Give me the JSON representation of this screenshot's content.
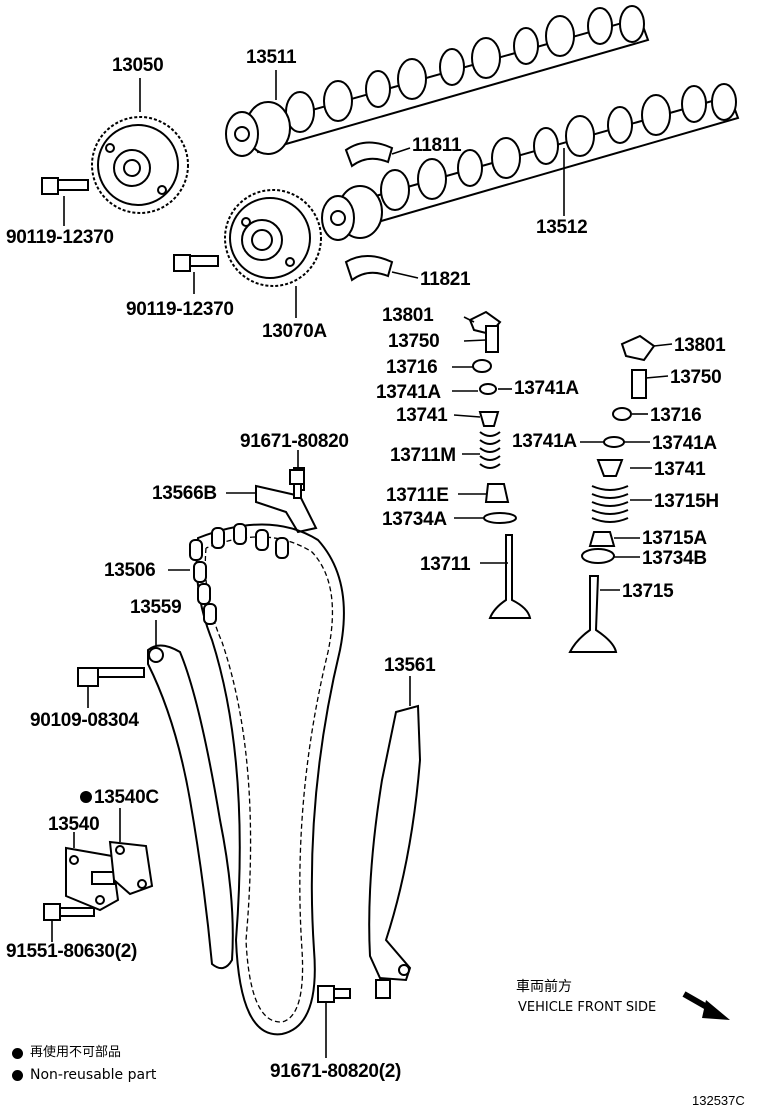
{
  "labels": {
    "p13050": "13050",
    "p13511": "13511",
    "p11811": "11811",
    "p90119a": "90119-12370",
    "p13512": "13512",
    "p90119b": "90119-12370",
    "p11821": "11821",
    "p13070a": "13070A",
    "p13801a": "13801",
    "p13750a": "13750",
    "p13716a": "13716",
    "p13741a1": "13741A",
    "p13741a2": "13741A",
    "p13741a": "13741",
    "p13711m": "13711M",
    "p13711e": "13711E",
    "p13734a": "13734A",
    "p13711": "13711",
    "p13801b": "13801",
    "p13750b": "13750",
    "p13716b": "13716",
    "p13741b1": "13741A",
    "p13741b2": "13741A",
    "p13741b": "13741",
    "p13715h": "13715H",
    "p13715a": "13715A",
    "p13734b": "13734B",
    "p13715": "13715",
    "p91671a": "91671-80820",
    "p13566b": "13566B",
    "p13506": "13506",
    "p13559": "13559",
    "p90109": "90109-08304",
    "p13540c": "13540C",
    "p13540": "13540",
    "p91551": "91551-80630(2)",
    "p13561": "13561",
    "p91671b": "91671-80820(2)"
  },
  "legend": {
    "jp": "再使用不可部品",
    "en": "Non-reusable part"
  },
  "direction": {
    "jp": "車両前方",
    "en": "VEHICLE FRONT SIDE"
  },
  "figure_id": "132537C"
}
